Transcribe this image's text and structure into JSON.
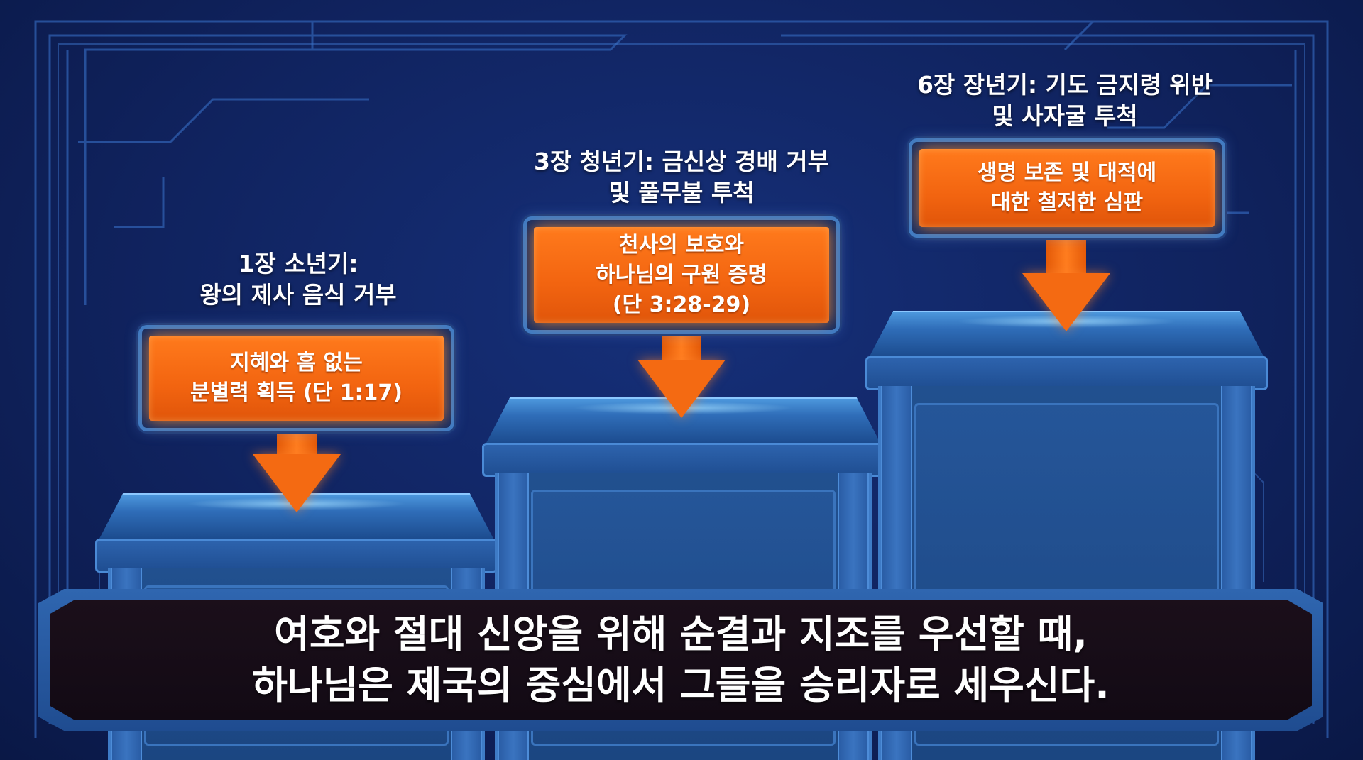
{
  "stages": [
    {
      "title_lines": [
        "1장 소년기:",
        "왕의 제사 음식 거부"
      ],
      "box_lines": [
        "지혜와 흠 없는",
        "분별력 획득 (단 1:17)"
      ]
    },
    {
      "title_lines": [
        "3장 청년기: 금신상 경배 거부",
        "및 풀무불 투척"
      ],
      "box_lines": [
        "천사의 보호와",
        "하나님의 구원 증명",
        "(단 3:28-29)"
      ]
    },
    {
      "title_lines": [
        "6장 장년기: 기도 금지령 위반",
        "및 사자굴 투척"
      ],
      "box_lines": [
        "생명 보존 및 대적에",
        "대한 철저한 심판"
      ]
    }
  ],
  "caption": {
    "line1": "여호와 절대 신앙을 위해 순결과 지조를 우선할 때,",
    "line2": "하나님은 제국의 중심에서 그들을 승리자로 세우신다."
  },
  "colors": {
    "background": "#10235f",
    "accent_orange": "#f26410",
    "frame_blue": "#3d7bc6",
    "caption_bg": "#160c16"
  },
  "icons": [
    "down-arrow-icon",
    "pedestal-icon",
    "circuit-frame-icon"
  ]
}
